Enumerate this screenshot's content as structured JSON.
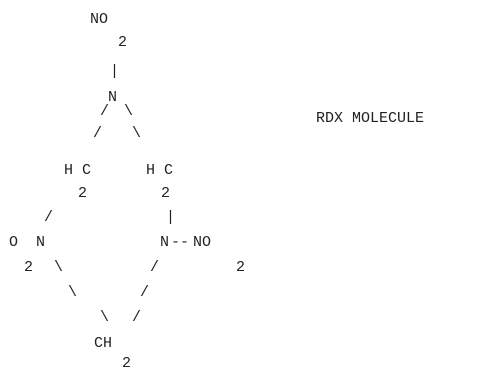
{
  "title": "RDX MOLECULE",
  "atoms": {
    "top_group": "NO",
    "top_sub": "2",
    "top_n": "N",
    "ch2_left": "H C",
    "ch2_left_sub": "2",
    "ch2_right": "H C",
    "ch2_right_sub": "2",
    "left_o": "O",
    "left_n": "N",
    "left_sub": "2",
    "right_n": "N",
    "right_group": "NO",
    "right_sub": "2",
    "bottom_group": "CH",
    "bottom_sub": "2"
  },
  "bonds": {
    "single_vertical": "|",
    "rising": "/",
    "falling": "\\",
    "dash_double": "--"
  }
}
